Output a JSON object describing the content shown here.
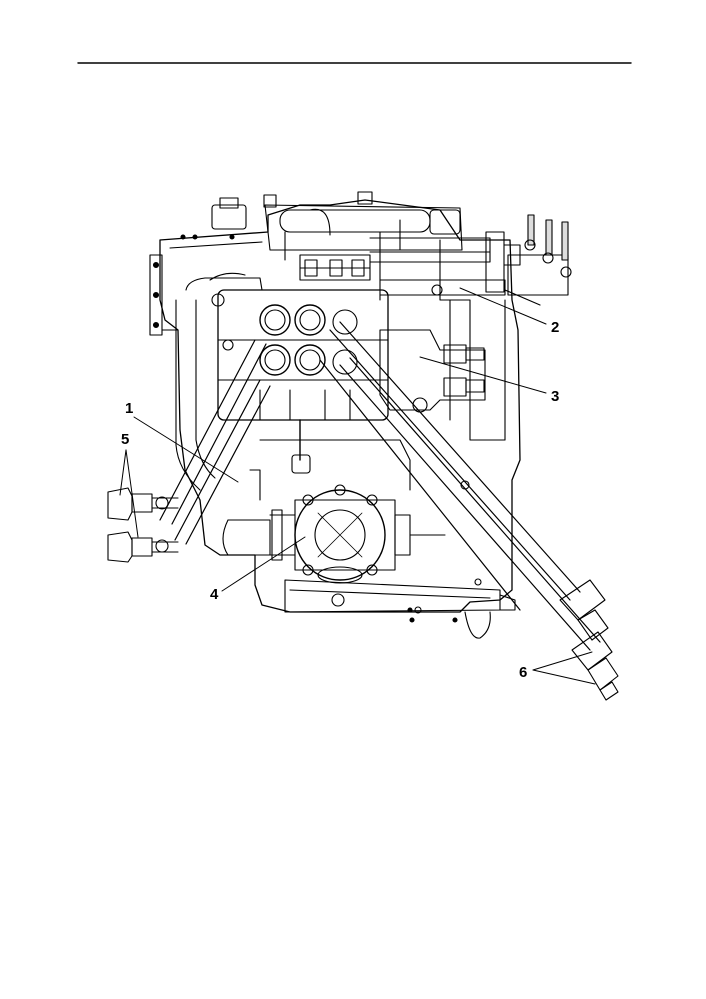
{
  "callouts": {
    "c1": "1",
    "c2": "2",
    "c3": "3",
    "c4": "4",
    "c5": "5",
    "c6": "6"
  },
  "colors": {
    "ink": "#000000",
    "paper": "#ffffff",
    "shade": "#dddddd"
  }
}
